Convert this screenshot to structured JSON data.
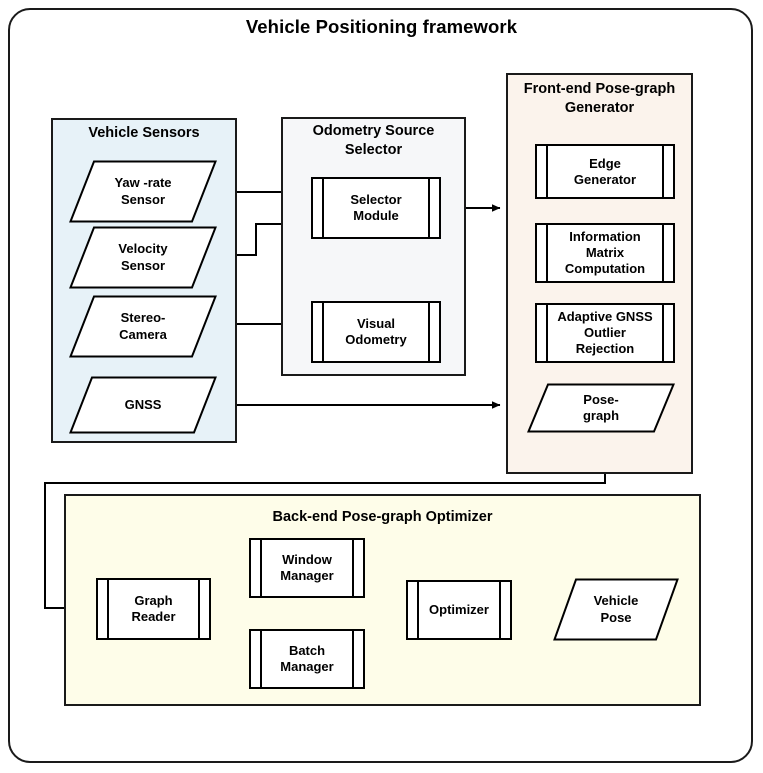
{
  "diagram": {
    "title": "Vehicle Positioning framework",
    "accent_colors": {
      "sensors_panel": "#e7f2f8",
      "odometry_panel": "#f6f7f9",
      "frontend_panel": "#fbf3ec",
      "backend_panel": "#fefde9",
      "node_fill": "#ffffff",
      "stroke": "#000000"
    },
    "groups": {
      "sensors": {
        "title": "Vehicle Sensors",
        "nodes": [
          {
            "id": "yaw-rate-sensor",
            "shape": "parallelogram",
            "lines": [
              "Yaw -rate",
              "Sensor"
            ]
          },
          {
            "id": "velocity-sensor",
            "shape": "parallelogram",
            "lines": [
              "Velocity",
              "Sensor"
            ]
          },
          {
            "id": "stereo-camera",
            "shape": "parallelogram",
            "lines": [
              "Stereo-",
              "Camera"
            ]
          },
          {
            "id": "gnss",
            "shape": "parallelogram",
            "lines": [
              "GNSS"
            ]
          }
        ]
      },
      "odometry": {
        "title_lines": [
          "Odometry Source",
          "Selector"
        ],
        "nodes": [
          {
            "id": "selector-module",
            "shape": "predefined-process",
            "lines": [
              "Selector",
              "Module"
            ]
          },
          {
            "id": "visual-odometry",
            "shape": "predefined-process",
            "lines": [
              "Visual",
              "Odometry"
            ]
          }
        ]
      },
      "frontend": {
        "title_lines": [
          "Front-end Pose-graph",
          "Generator"
        ],
        "nodes": [
          {
            "id": "edge-generator",
            "shape": "predefined-process",
            "lines": [
              "Edge",
              "Generator"
            ]
          },
          {
            "id": "information-matrix-computation",
            "shape": "predefined-process",
            "lines": [
              "Information",
              "Matrix",
              "Computation"
            ]
          },
          {
            "id": "adaptive-gnss-outlier-rejection",
            "shape": "predefined-process",
            "lines": [
              "Adaptive GNSS",
              "Outlier",
              "Rejection"
            ]
          },
          {
            "id": "pose-graph",
            "shape": "parallelogram",
            "lines": [
              "Pose-",
              "graph"
            ]
          }
        ]
      },
      "backend": {
        "title": "Back-end Pose-graph Optimizer",
        "nodes": [
          {
            "id": "graph-reader",
            "shape": "predefined-process",
            "lines": [
              "Graph",
              "Reader"
            ]
          },
          {
            "id": "window-manager",
            "shape": "predefined-process",
            "lines": [
              "Window",
              "Manager"
            ]
          },
          {
            "id": "batch-manager",
            "shape": "predefined-process",
            "lines": [
              "Batch",
              "Manager"
            ]
          },
          {
            "id": "optimizer",
            "shape": "predefined-process",
            "lines": [
              "Optimizer"
            ]
          },
          {
            "id": "vehicle-pose",
            "shape": "parallelogram",
            "lines": [
              "Vehicle",
              "Pose"
            ]
          }
        ]
      }
    },
    "connections": [
      {
        "from": "yaw-rate-sensor",
        "to": "selector-module"
      },
      {
        "from": "velocity-sensor",
        "to": "selector-module"
      },
      {
        "from": "stereo-camera",
        "to": "visual-odometry"
      },
      {
        "from": "visual-odometry",
        "to": "selector-module"
      },
      {
        "from": "selector-module",
        "to": "frontend"
      },
      {
        "from": "gnss",
        "to": "frontend"
      },
      {
        "from": "edge-generator",
        "to": "information-matrix-computation"
      },
      {
        "from": "information-matrix-computation",
        "to": "adaptive-gnss-outlier-rejection"
      },
      {
        "from": "adaptive-gnss-outlier-rejection",
        "to": "pose-graph"
      },
      {
        "from": "pose-graph",
        "to": "graph-reader"
      },
      {
        "from": "graph-reader",
        "to": "window-manager"
      },
      {
        "from": "graph-reader",
        "to": "batch-manager"
      },
      {
        "from": "window-manager",
        "to": "optimizer"
      },
      {
        "from": "batch-manager",
        "to": "optimizer"
      },
      {
        "from": "optimizer",
        "to": "vehicle-pose"
      }
    ]
  }
}
